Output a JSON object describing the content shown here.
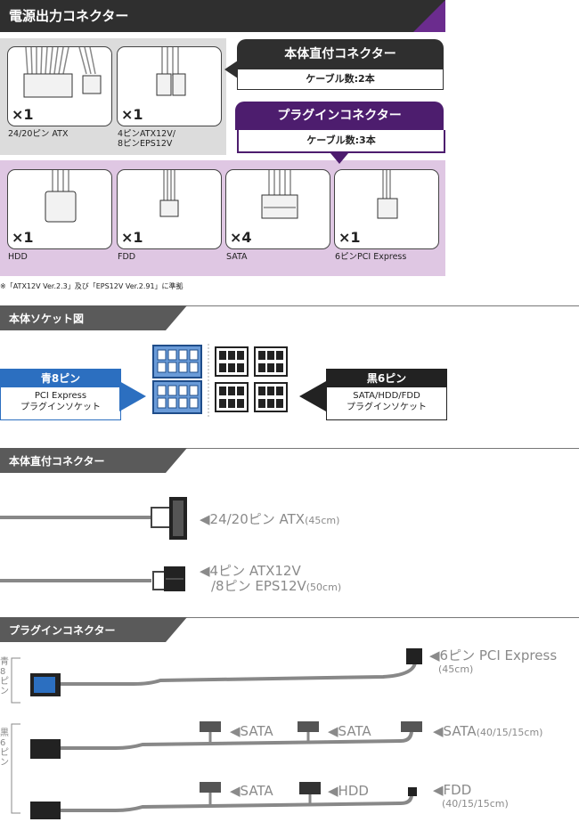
{
  "section_output": {
    "title": "電源出力コネクター",
    "fixed_box": {
      "title": "本体直付コネクター",
      "sub": "ケーブル数:2本"
    },
    "plugin_box": {
      "title": "プラグインコネクター",
      "sub": "ケーブル数:3本"
    },
    "fixed_items": [
      {
        "count": "×1",
        "label": "24/20ピン ATX"
      },
      {
        "count": "×1",
        "label_line1": "4ピンATX12V/",
        "label_line2": "8ピンEPS12V"
      }
    ],
    "plugin_items": [
      {
        "count": "×1",
        "label": "HDD"
      },
      {
        "count": "×1",
        "label": "FDD"
      },
      {
        "count": "×4",
        "label": "SATA"
      },
      {
        "count": "×1",
        "label": "6ピンPCI Express"
      }
    ],
    "note": "※「ATX12V Ver.2.3」及び「EPS12V Ver.2.91」に準拠"
  },
  "section_socket": {
    "title": "本体ソケット図",
    "blue": {
      "title": "青8ピン",
      "line1": "PCI Express",
      "line2": "プラグインソケット"
    },
    "black": {
      "title": "黒6ピン",
      "line1": "SATA/HDD/FDD",
      "line2": "プラグインソケット"
    }
  },
  "section_fixed": {
    "title": "本体直付コネクター",
    "atx": {
      "label": "◀24/20ピン ATX",
      "note": "(45cm)"
    },
    "eps": {
      "line1": "◀4ピン ATX12V",
      "line2": "/8ピン EPS12V",
      "note": "(50cm)"
    }
  },
  "section_plugin": {
    "title": "プラグインコネクター",
    "blue_side": "青8ピン",
    "black_side": "黒6ピン",
    "pcie": {
      "label": "◀6ピン PCI Express",
      "note": "(45cm)"
    },
    "row1": {
      "a": "◀SATA",
      "b": "◀SATA",
      "c": "◀SATA",
      "c_note": "(40/15/15cm)"
    },
    "row2": {
      "a": "◀SATA",
      "b": "◀HDD",
      "c": "◀FDD",
      "c_note": "(40/15/15cm)"
    }
  },
  "colors": {
    "purple": "#4d1d6e",
    "blue": "#2c6fc0",
    "panel_gray": "#dcdcdc",
    "panel_purple": "#dfc7e3"
  }
}
